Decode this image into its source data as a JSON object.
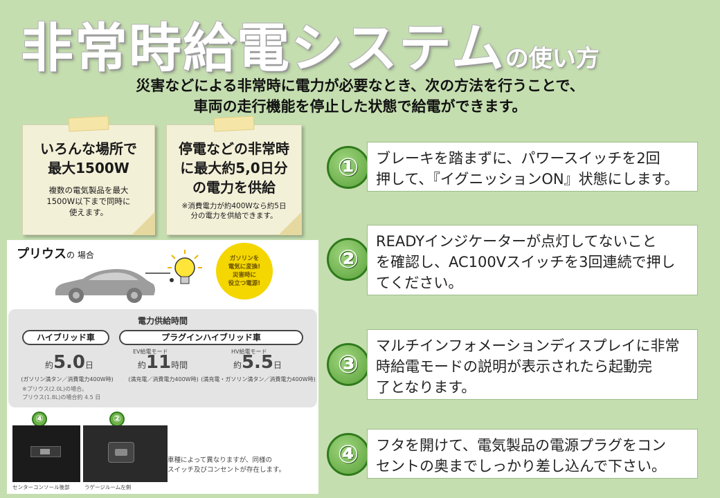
{
  "header": {
    "title_main": "非常時給電システム",
    "title_suffix": "の使い方",
    "subtitle_line1": "災害などによる非常時に電力が必要なとき、次の方法を行うことで、",
    "subtitle_line2": "車両の走行機能を停止した状態で給電ができます。"
  },
  "notes": [
    {
      "title_line1": "いろんな場所で",
      "title_line2": "最大1500W",
      "body_line1": "複数の電気製品を最大",
      "body_line2": "1500W以下まで同時に",
      "body_line3": "使えます。"
    },
    {
      "title_line1": "停電などの非常時",
      "title_line2": "に最大約5,0日分",
      "title_line3": "の電力を供給",
      "body_line1": "※消費電力が約400Wなら約5日",
      "body_line2": "分の電力を供給できます。"
    }
  ],
  "steps": [
    {
      "num": "①",
      "line1": "ブレーキを踏まずに、パワースイッチを2回",
      "line2": "押して、『イグニッションON』状態にします。"
    },
    {
      "num": "②",
      "line1": "READYインジケーターが点灯してないこと",
      "line2": "を確認し、AC100Vスイッチを3回連続で押し",
      "line3": "てください。"
    },
    {
      "num": "③",
      "line1": "マルチインフォメーションディスプレイに非常",
      "line2": "時給電モードの説明が表示されたら起動完",
      "line3": "了となります。"
    },
    {
      "num": "④",
      "line1": "フタを開けて、電気製品の電源プラグをコン",
      "line2": "セントの奥までしっかり差し込んで下さい。"
    }
  ],
  "prius": {
    "label_main": "プリウス",
    "label_suffix": "の 場合",
    "badge_lines": [
      "ガソリンを",
      "電気に変換!",
      "災害時に",
      "役立つ電源!"
    ],
    "supply_title": "電力供給時間",
    "hybrid_label": "ハイブリッド車",
    "plugin_label": "プラグインハイブリッド車",
    "hybrid_prefix": "約",
    "hybrid_value": "5.0",
    "hybrid_unit": "日",
    "hybrid_note": "(ガソリン満タン／消費電力400W時)",
    "ev_mode": "EV給電モード",
    "ev_prefix": "約",
    "ev_value": "11",
    "ev_unit": "時間",
    "ev_note": "(満充電／消費電力400W時)",
    "hv_mode": "HV給電モード",
    "hv_prefix": "約",
    "hv_value": "5.5",
    "hv_unit": "日",
    "hv_note": "(満充電・ガソリン満タン／消費電力400W時)",
    "footnote_line1": "※プリウス(2.0L)の場合。",
    "footnote_line2": "プリウス(1.8L)の場合約 4.5 日",
    "photo1_num": "④",
    "photo2_num": "②",
    "photo1_caption": "センターコンソール後部",
    "photo2_caption": "ラゲージルーム左側",
    "side_note_line1": "車種によって異なりますが、同様の",
    "side_note_line2": "スイッチ及びコンセントが存在します。"
  },
  "colors": {
    "background": "#c5deb0",
    "accent_green": "#5aa23a",
    "badge_yellow": "#f4d600"
  }
}
